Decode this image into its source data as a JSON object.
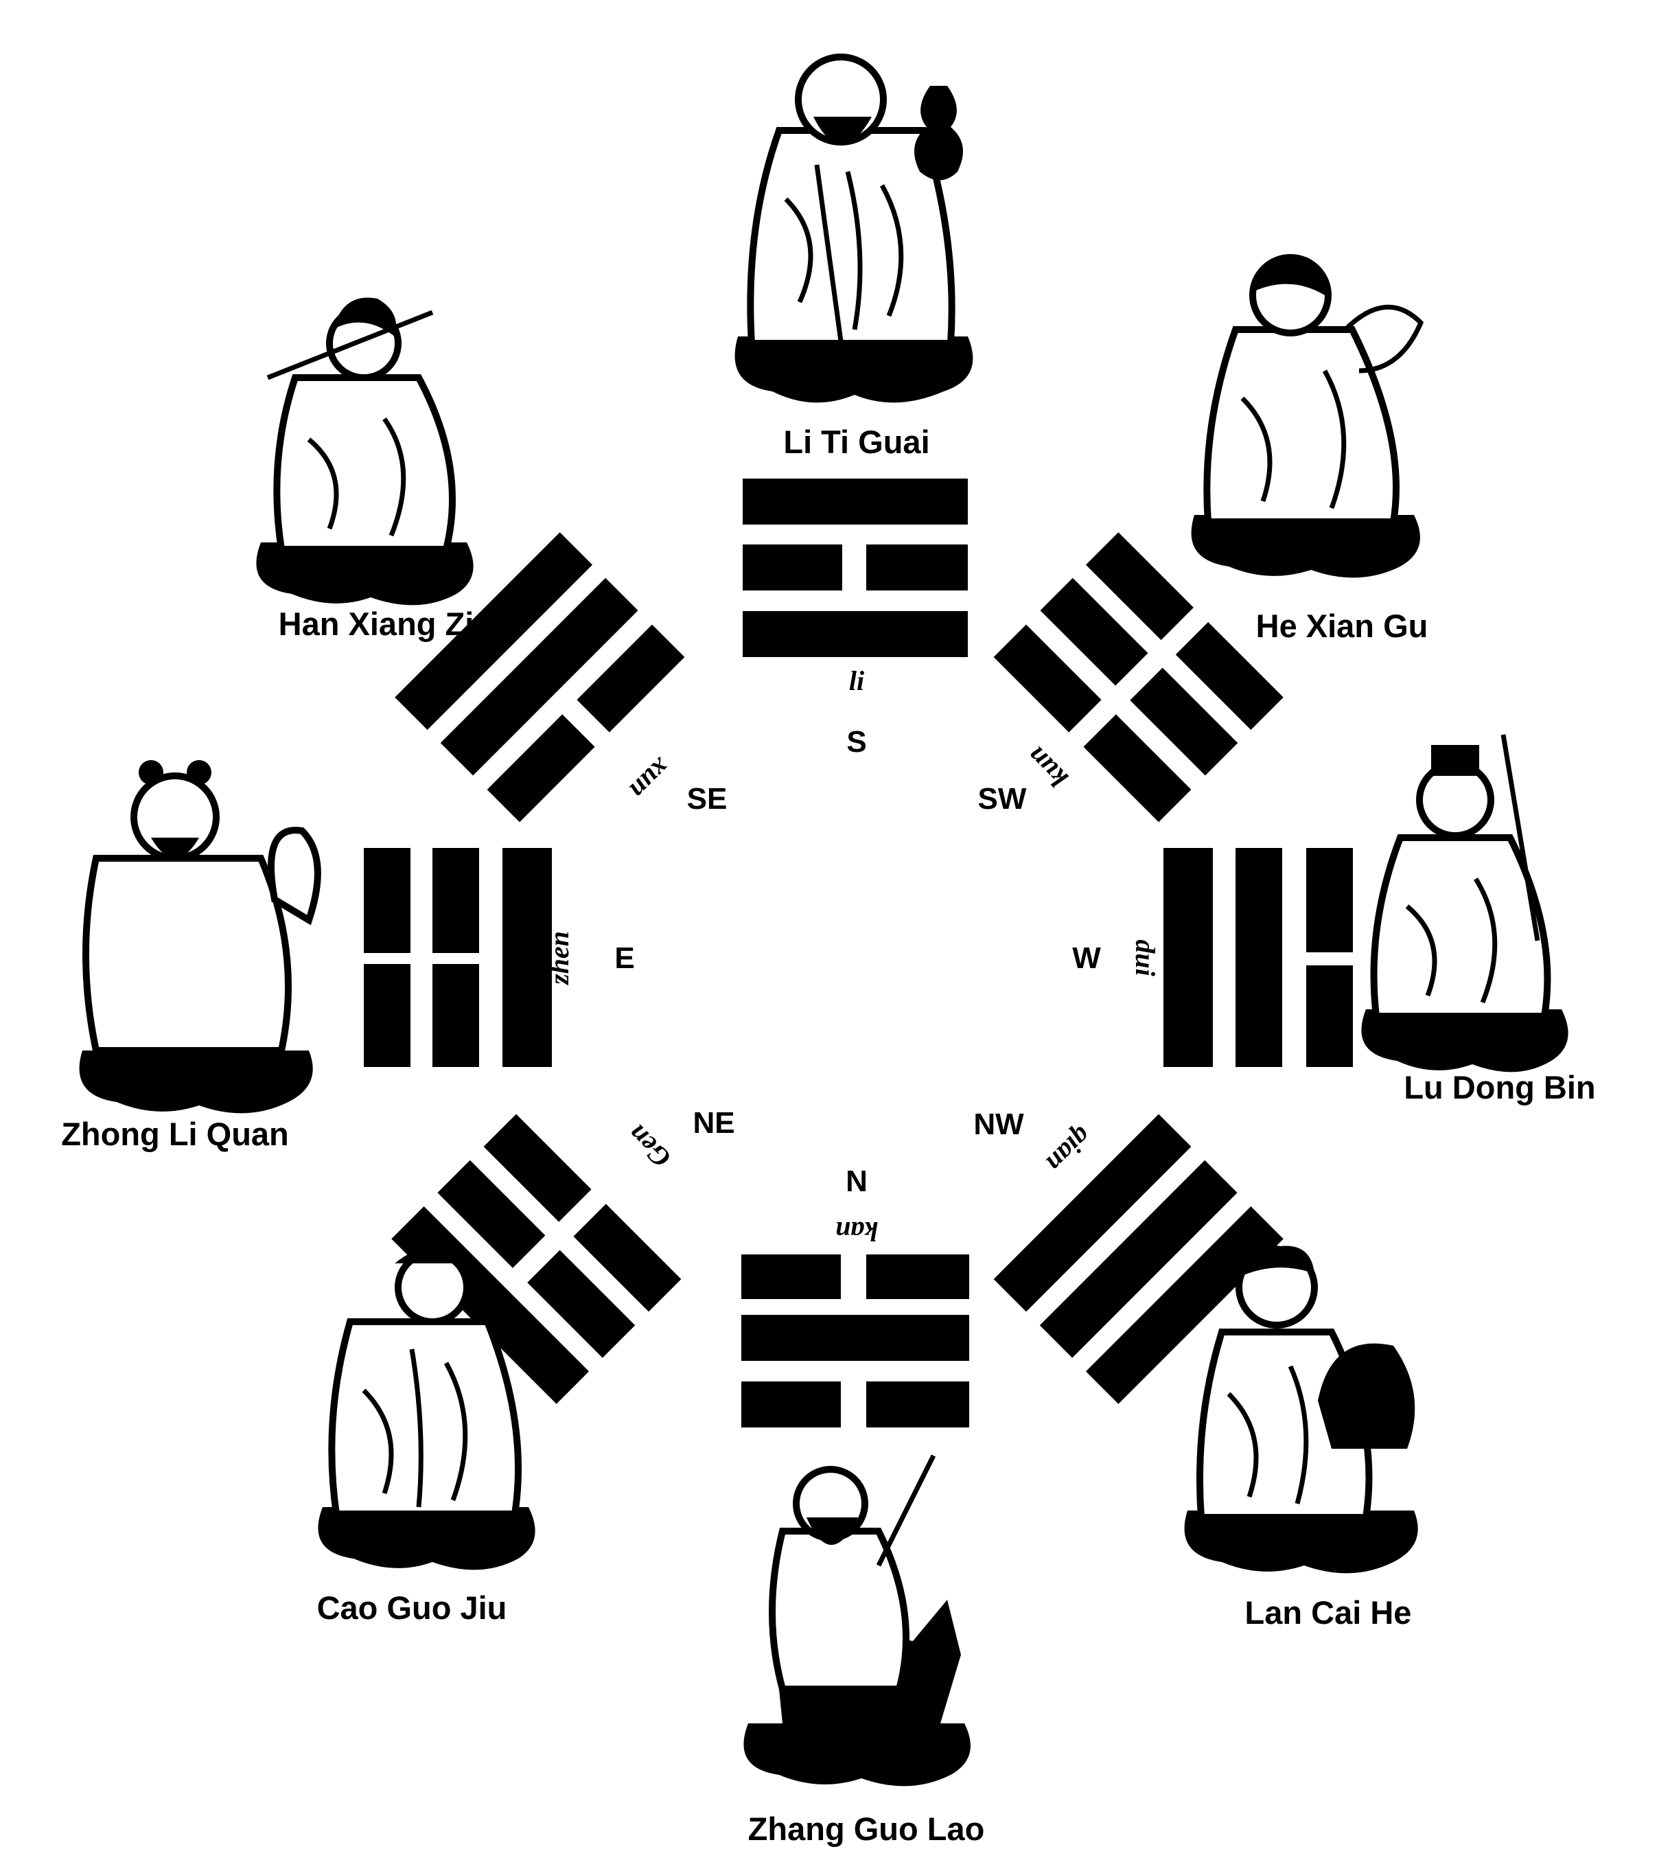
{
  "immortals": [
    {
      "id": "li-ti-guai",
      "name": "Li Ti Guai"
    },
    {
      "id": "he-xian-gu",
      "name": "He Xian Gu"
    },
    {
      "id": "lu-dong-bin",
      "name": "Lu Dong Bin"
    },
    {
      "id": "lan-cai-he",
      "name": "Lan Cai He"
    },
    {
      "id": "zhang-guo-lao",
      "name": "Zhang Guo Lao"
    },
    {
      "id": "cao-guo-jiu",
      "name": "Cao Guo Jiu"
    },
    {
      "id": "zhong-li-quan",
      "name": "Zhong Li Quan"
    },
    {
      "id": "han-xiang-zi",
      "name": "Han Xiang Zi"
    }
  ],
  "directions": {
    "S": "S",
    "SW": "SW",
    "W": "W",
    "NW": "NW",
    "N": "N",
    "NE": "NE",
    "E": "E",
    "SE": "SE"
  },
  "trigrams": {
    "li": "li",
    "kun": "kun",
    "dui": "dui",
    "qian": "qian",
    "kan": "kan",
    "gen": "Gen",
    "zhen": "zhen",
    "xun": "xun"
  },
  "colors": {
    "ink": "#000000",
    "paper": "#ffffff"
  }
}
